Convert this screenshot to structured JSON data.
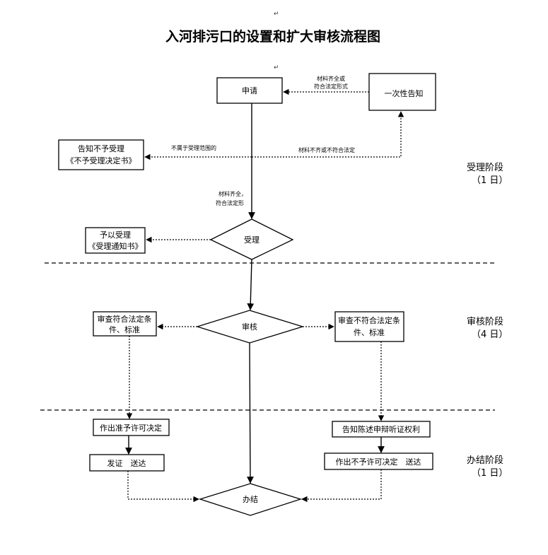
{
  "title": "入河排污口的设置和扩大审核流程图",
  "nodes": {
    "apply": "申请",
    "notify_once": "一次性告知",
    "reject_notice_1": "告知不予受理",
    "reject_notice_2": "《不予受理决定书》",
    "accept_decision": "受理",
    "accept_notice_1": "予以受理",
    "accept_notice_2": "《受理通知书》",
    "review": "审核",
    "meets_1": "审查符合法定条",
    "meets_2": "件、标准",
    "not_meets_1": "审查不符合法定条",
    "not_meets_2": "件、标准",
    "grant": "作出准予许可决定",
    "hearing": "告知陈述申辩听证权利",
    "issue": "发证　送达",
    "deny": "作出不予许可决定　送达",
    "finish": "办结"
  },
  "edge_labels": {
    "complete_1": "材料齐全或",
    "complete_2": "符合法定形式",
    "out_of_scope": "不属于受理范围的",
    "incomplete": "材料不齐或不符合法定",
    "complete_form_1": "材料齐全，",
    "complete_form_2": "符合法定形"
  },
  "stages": [
    {
      "name": "受理阶段",
      "duration": "（1 日）"
    },
    {
      "name": "审核阶段",
      "duration": "（4 日）"
    },
    {
      "name": "办结阶段",
      "duration": "（1 日）"
    }
  ],
  "para_mark": "↵"
}
